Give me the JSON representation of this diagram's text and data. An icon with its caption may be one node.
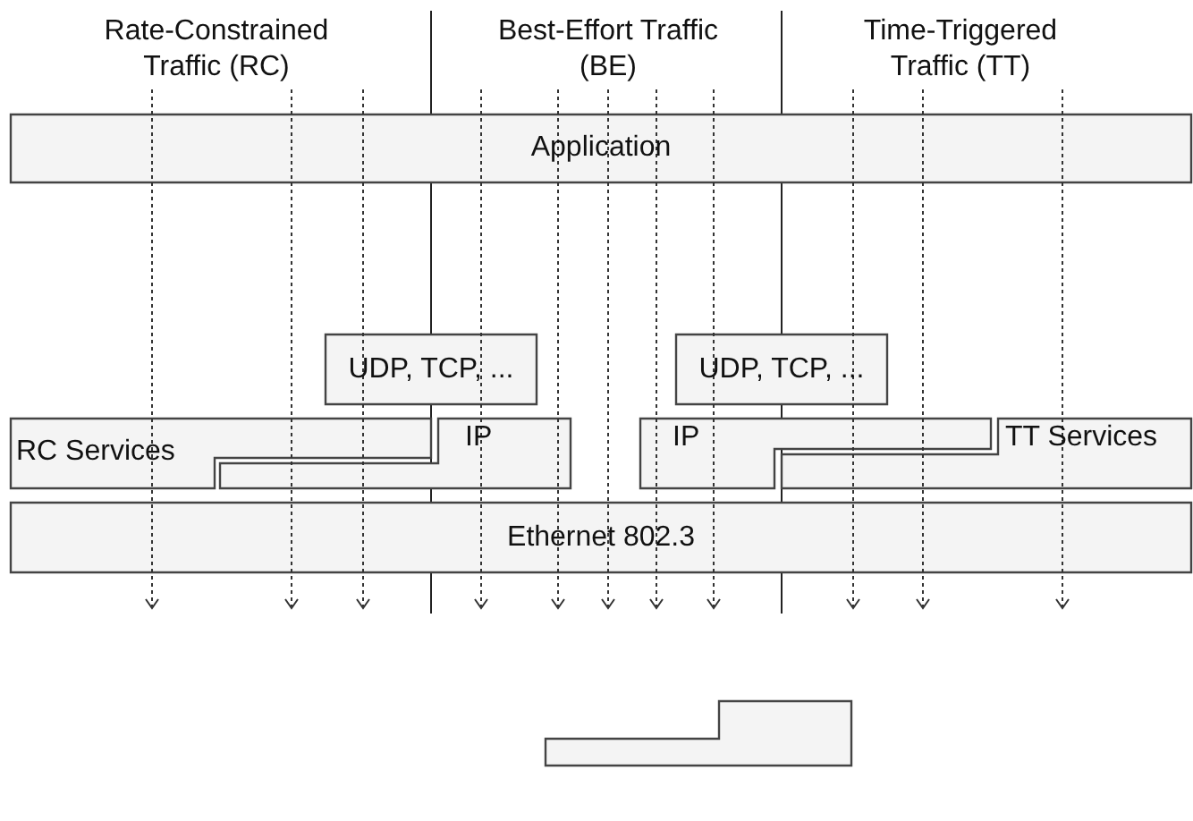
{
  "diagram": {
    "nodes": [
      {
        "text": [
          "Application"
        ]
      },
      {
        "text": [
          "UDP, TCP, ..."
        ]
      },
      {
        "text": [
          "UDP, TCP, ..."
        ]
      },
      {
        "text": [
          "RC Services"
        ]
      },
      {
        "text": [
          "IP"
        ]
      },
      {
        "text": [
          "IP"
        ]
      },
      {
        "text": [
          "TT Services"
        ]
      },
      {
        "text": [
          "Ethernet 802.3"
        ]
      },
      {
        "text": [],
        "shape": "box"
      }
    ],
    "labels": [
      "Rate-Constrained Traffic (RC)",
      "Best-Effort Traffic (BE)",
      "Time-Triggered Traffic (TT)"
    ]
  }
}
